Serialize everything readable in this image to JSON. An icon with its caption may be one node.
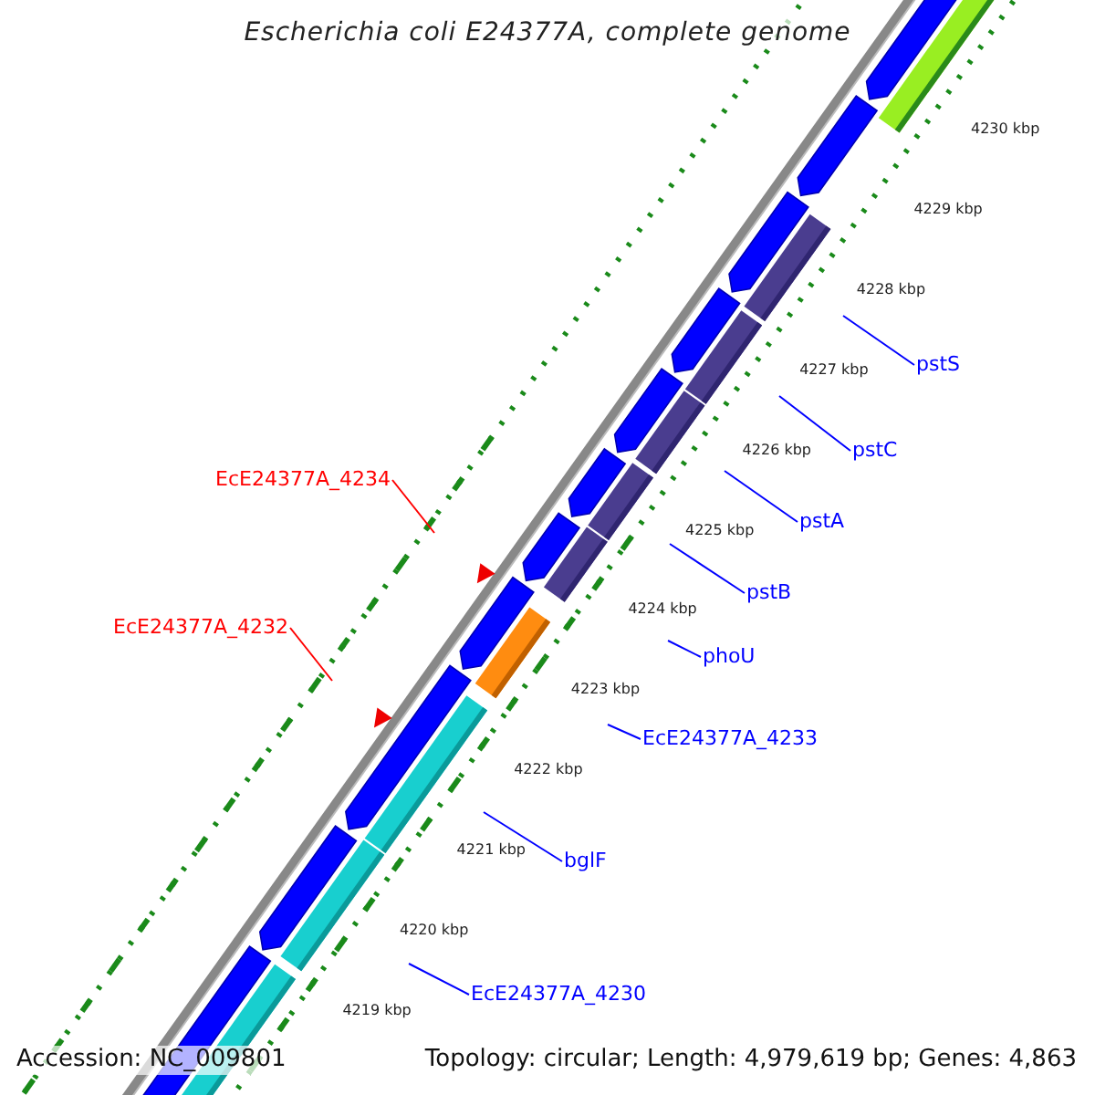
{
  "diagram": {
    "title": "Escherichia coli E24377A, complete genome",
    "nodes": [
      {
        "text": [
          "pstS"
        ]
      },
      {
        "text": [
          "pstC"
        ]
      },
      {
        "text": [
          "pstA"
        ]
      },
      {
        "text": [
          "pstB"
        ]
      },
      {
        "text": [
          "phoU"
        ]
      },
      {
        "text": [
          "EcE24377A_4233"
        ]
      },
      {
        "text": [
          "bglF"
        ]
      },
      {
        "text": [
          "EcE24377A_4230"
        ]
      },
      {
        "text": [
          "EcE24377A_4234"
        ]
      },
      {
        "text": [
          "EcE24377A_4232"
        ]
      }
    ],
    "edges": [
      {
        "from": 0,
        "to": null,
        "arrow": "none"
      },
      {
        "from": 1,
        "to": null,
        "arrow": "none"
      },
      {
        "from": 2,
        "to": null,
        "arrow": "none"
      },
      {
        "from": 3,
        "to": null,
        "arrow": "none"
      },
      {
        "from": 4,
        "to": null,
        "arrow": "none"
      },
      {
        "from": 5,
        "to": null,
        "arrow": "none"
      },
      {
        "from": 6,
        "to": null,
        "arrow": "none"
      },
      {
        "from": 7,
        "to": null,
        "arrow": "none"
      },
      {
        "from": 8,
        "to": null,
        "arrow": "none",
        "color": "#ff0000"
      },
      {
        "from": 9,
        "to": null,
        "arrow": "none",
        "color": "#ff0000"
      }
    ],
    "labels": [
      "4230 kbp",
      "4229 kbp",
      "4228 kbp",
      "4227 kbp",
      "4226 kbp",
      "4225 kbp",
      "4224 kbp",
      "4223 kbp",
      "4222 kbp",
      "4221 kbp",
      "4220 kbp",
      "4219 kbp",
      "Accession: NC_009801",
      "Topology: circular; Length: 4,979,619 bp; Genes: 4,863"
    ]
  }
}
